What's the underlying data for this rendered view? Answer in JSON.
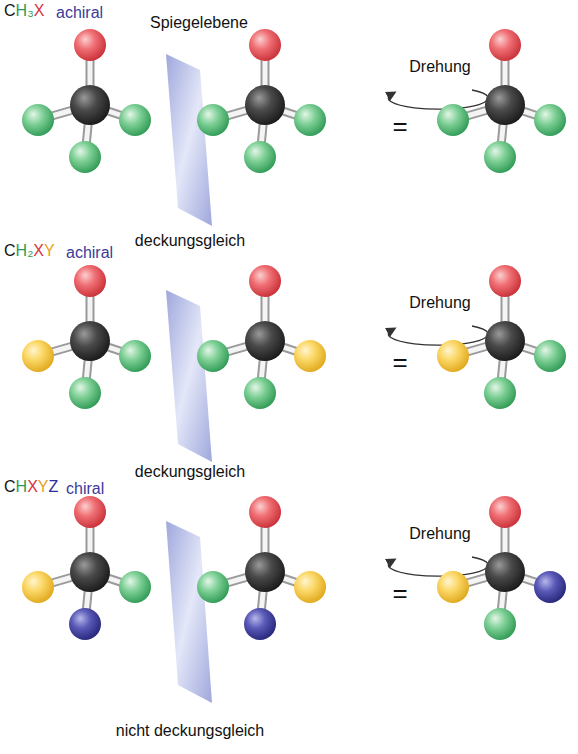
{
  "diagram": {
    "labels": [
      "CH₃X",
      "achiral",
      "Spiegelebene",
      "Drehung",
      "=",
      "deckungsgleich",
      "CH₂XY",
      "achiral",
      "Drehung",
      "=",
      "deckungsgleich",
      "CHXYZ",
      "chiral",
      "Drehung",
      "=",
      "nicht deckungsgleich"
    ]
  }
}
